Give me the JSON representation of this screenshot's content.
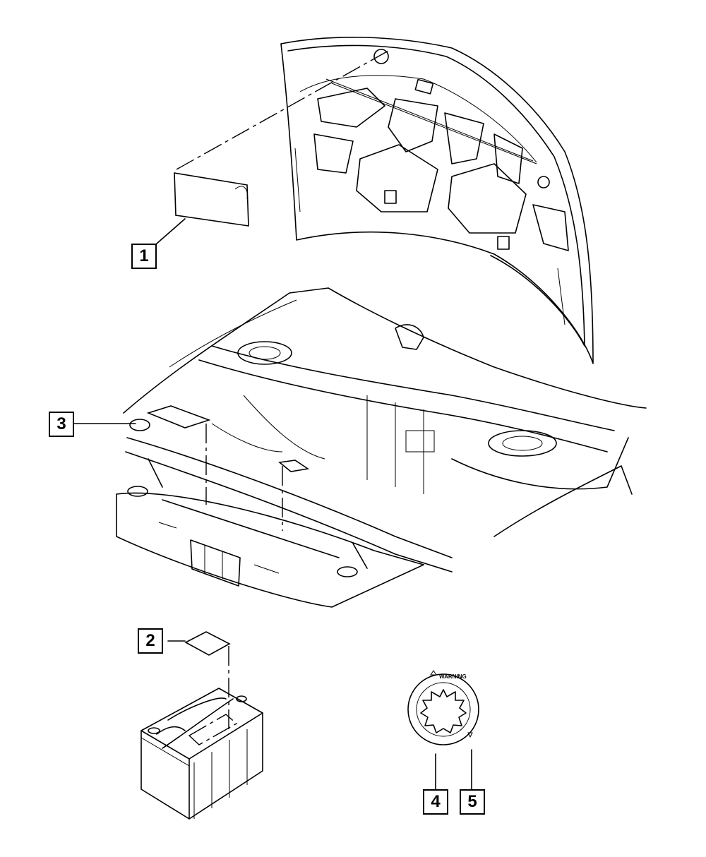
{
  "callouts": [
    {
      "id": "1"
    },
    {
      "id": "2"
    },
    {
      "id": "3"
    },
    {
      "id": "4"
    },
    {
      "id": "5"
    }
  ],
  "cap_label": {
    "text": "WARNING"
  }
}
